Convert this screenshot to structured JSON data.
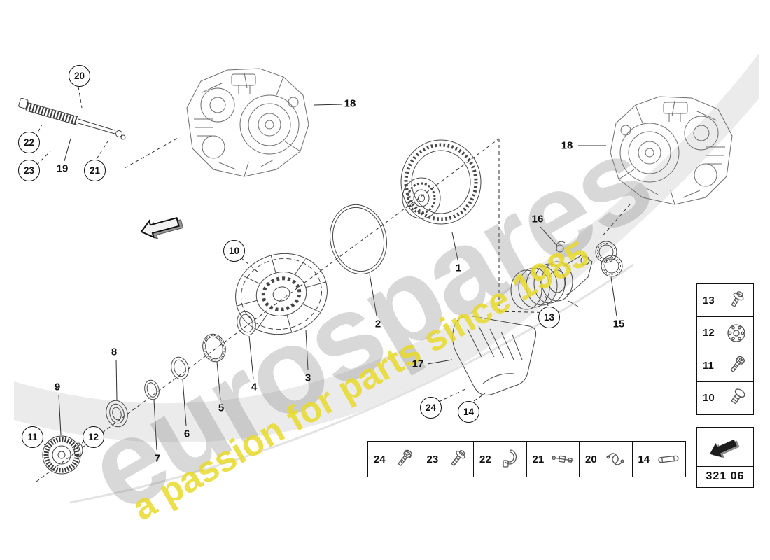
{
  "watermark": {
    "brand": "eurospares",
    "tagline": "a passion for parts since 1985"
  },
  "callouts": {
    "c1": "1",
    "c2": "2",
    "c3": "3",
    "c4": "4",
    "c5": "5",
    "c6": "6",
    "c7": "7",
    "c8": "8",
    "c9": "9",
    "c10": "10",
    "c11": "11",
    "c12": "12",
    "c13": "13",
    "c14": "14",
    "c15": "15",
    "c16": "16",
    "c17": "17",
    "c18a": "18",
    "c18b": "18",
    "c19": "19",
    "c20": "20",
    "c21": "21",
    "c22": "22",
    "c23": "23",
    "c24": "24"
  },
  "right_legend": [
    {
      "num": "13",
      "icon": "flanged-bolt-icon"
    },
    {
      "num": "12",
      "icon": "flange-plate-icon"
    },
    {
      "num": "11",
      "icon": "socket-bolt-icon"
    },
    {
      "num": "10",
      "icon": "pan-head-screw-icon"
    }
  ],
  "bottom_legend": [
    {
      "num": "24",
      "icon": "socket-bolt-icon"
    },
    {
      "num": "23",
      "icon": "flanged-screw-icon"
    },
    {
      "num": "22",
      "icon": "cable-clamp-icon"
    },
    {
      "num": "21",
      "icon": "guide-rod-icon"
    },
    {
      "num": "20",
      "icon": "spring-clip-icon"
    },
    {
      "num": "14",
      "icon": "dowel-pin-icon"
    }
  ],
  "code_box": {
    "code": "321 06"
  }
}
